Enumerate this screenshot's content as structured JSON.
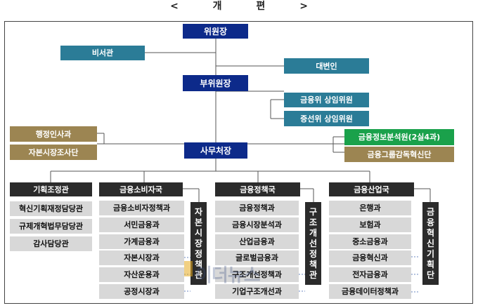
{
  "header": {
    "title": "< 개  편 >"
  },
  "top": {
    "chair": "위원장",
    "secretary": "비서관",
    "spokesperson": "대변인",
    "vice_chair": "부위원장",
    "commissioner_fsc": "금융위 상임위원",
    "commissioner_sfc": "증선위 상임위원",
    "secretariat": "사무처장",
    "left_aux": [
      "행정인사과",
      "자본시장조사단"
    ],
    "right_aux": [
      "금융정보분석원(2실4과)",
      "금융그룹감독혁신단"
    ]
  },
  "departments": [
    {
      "name": "기획조정관",
      "units": [
        "혁신기획재정담당관",
        "규제개혁법무담당관",
        "감사담당관"
      ]
    },
    {
      "name": "금융소비자국",
      "units": [
        "금융소비자정책과",
        "서민금융과",
        "가계금융과",
        "자본시장과",
        "자산운용과",
        "공정시장과"
      ],
      "sub_name": "자본시장정책관"
    },
    {
      "name": "금융정책국",
      "units": [
        "금융정책과",
        "금융시장분석과",
        "산업금융과",
        "글로벌금융과",
        "구조개선정책과",
        "기업구조개선과"
      ],
      "sub_name": "구조개선정책관"
    },
    {
      "name": "금융산업국",
      "units": [
        "은행과",
        "보험과",
        "중소금융과",
        "금융혁신과",
        "전자금융과",
        "금융데이터정책과"
      ],
      "sub_name": "금융혁신기획단"
    }
  ],
  "watermark": "이더뉴스",
  "colors": {
    "navy": "#0d2a8a",
    "teal": "#2b7c97",
    "olive": "#9c8552",
    "green": "#1aa14b",
    "black": "#2b2b2b",
    "gray": "#d8d8d8"
  }
}
